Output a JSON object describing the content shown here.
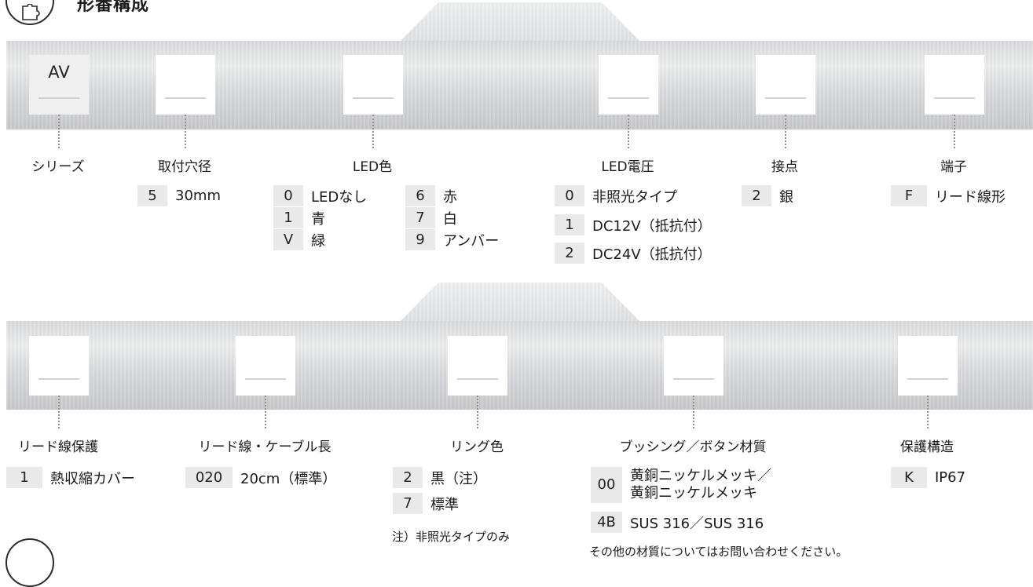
{
  "header": {
    "title": "形番構成"
  },
  "row1": {
    "series": {
      "code": "AV",
      "label": "シリーズ"
    },
    "mount_hole": {
      "label": "取付穴径",
      "options": [
        {
          "code": "5",
          "text": "30mm"
        }
      ]
    },
    "led_color": {
      "label": "LED色",
      "options_col1": [
        {
          "code": "0",
          "text": "LEDなし"
        },
        {
          "code": "1",
          "text": "青"
        },
        {
          "code": "V",
          "text": "緑"
        }
      ],
      "options_col2": [
        {
          "code": "6",
          "text": "赤"
        },
        {
          "code": "7",
          "text": "白"
        },
        {
          "code": "9",
          "text": "アンバー"
        }
      ]
    },
    "led_voltage": {
      "label": "LED電圧",
      "options": [
        {
          "code": "0",
          "text": "非照光タイプ"
        },
        {
          "code": "1",
          "text": "DC12V（抵抗付）"
        },
        {
          "code": "2",
          "text": "DC24V（抵抗付）"
        }
      ]
    },
    "contact": {
      "label": "接点",
      "options": [
        {
          "code": "2",
          "text": "銀"
        }
      ]
    },
    "terminal": {
      "label": "端子",
      "options": [
        {
          "code": "F",
          "text": "リード線形"
        }
      ]
    }
  },
  "row2": {
    "lead_protection": {
      "label": "リード線保護",
      "options": [
        {
          "code": "1",
          "text": "熱収縮カバー"
        }
      ]
    },
    "cable_length": {
      "label": "リード線・ケーブル長",
      "options": [
        {
          "code": "020",
          "text": "20cm（標準）"
        }
      ]
    },
    "ring_color": {
      "label": "リング色",
      "options": [
        {
          "code": "2",
          "text": "黒（注）"
        },
        {
          "code": "7",
          "text": "標準"
        }
      ],
      "note": "注）非照光タイプのみ"
    },
    "bushing": {
      "label": "ブッシング／ボタン材質",
      "options": [
        {
          "code": "00",
          "text_line1": "黄銅ニッケルメッキ／",
          "text_line2": "黄銅ニッケルメッキ"
        },
        {
          "code": "4B",
          "text": "SUS 316／SUS 316"
        }
      ],
      "note": "その他の材質についてはお問い合わせください。"
    },
    "protection": {
      "label": "保護構造",
      "options": [
        {
          "code": "K",
          "text": "IP67"
        }
      ]
    }
  }
}
